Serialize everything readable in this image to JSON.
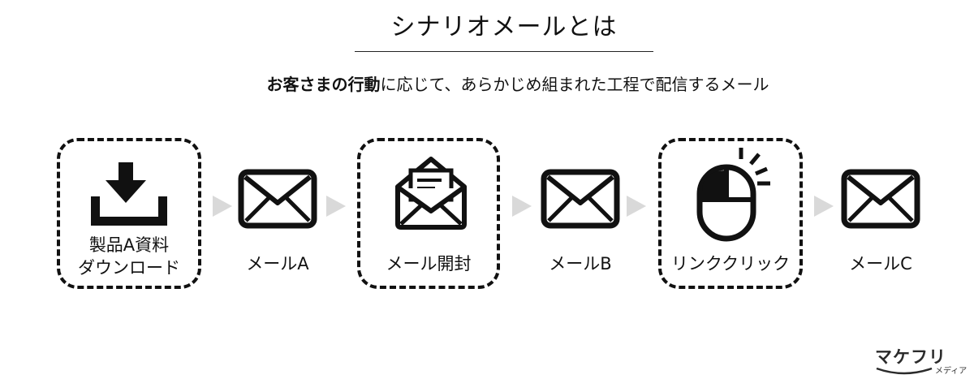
{
  "title": "シナリオメールとは",
  "subtitle": {
    "bold": "お客さまの行動",
    "rest": "に応じて、あらかじめ組まれた工程で配信するメール"
  },
  "steps": [
    {
      "label_line1": "製品A資料",
      "label_line2": "ダウンロード",
      "icon": "download-icon",
      "boxed": true
    },
    {
      "label": "メールA",
      "icon": "envelope-icon",
      "boxed": false
    },
    {
      "label": "メール開封",
      "icon": "open-envelope-icon",
      "boxed": true
    },
    {
      "label": "メールB",
      "icon": "envelope-icon",
      "boxed": false
    },
    {
      "label": "リンククリック",
      "icon": "mouse-click-icon",
      "boxed": true
    },
    {
      "label": "メールC",
      "icon": "envelope-icon",
      "boxed": false
    }
  ],
  "arrow_icon": "arrow-right-icon",
  "brand": {
    "main": "マケフリ",
    "sub": "メディア"
  },
  "colors": {
    "ink": "#111111",
    "arrow": "#d9d9d9",
    "background": "#ffffff"
  }
}
